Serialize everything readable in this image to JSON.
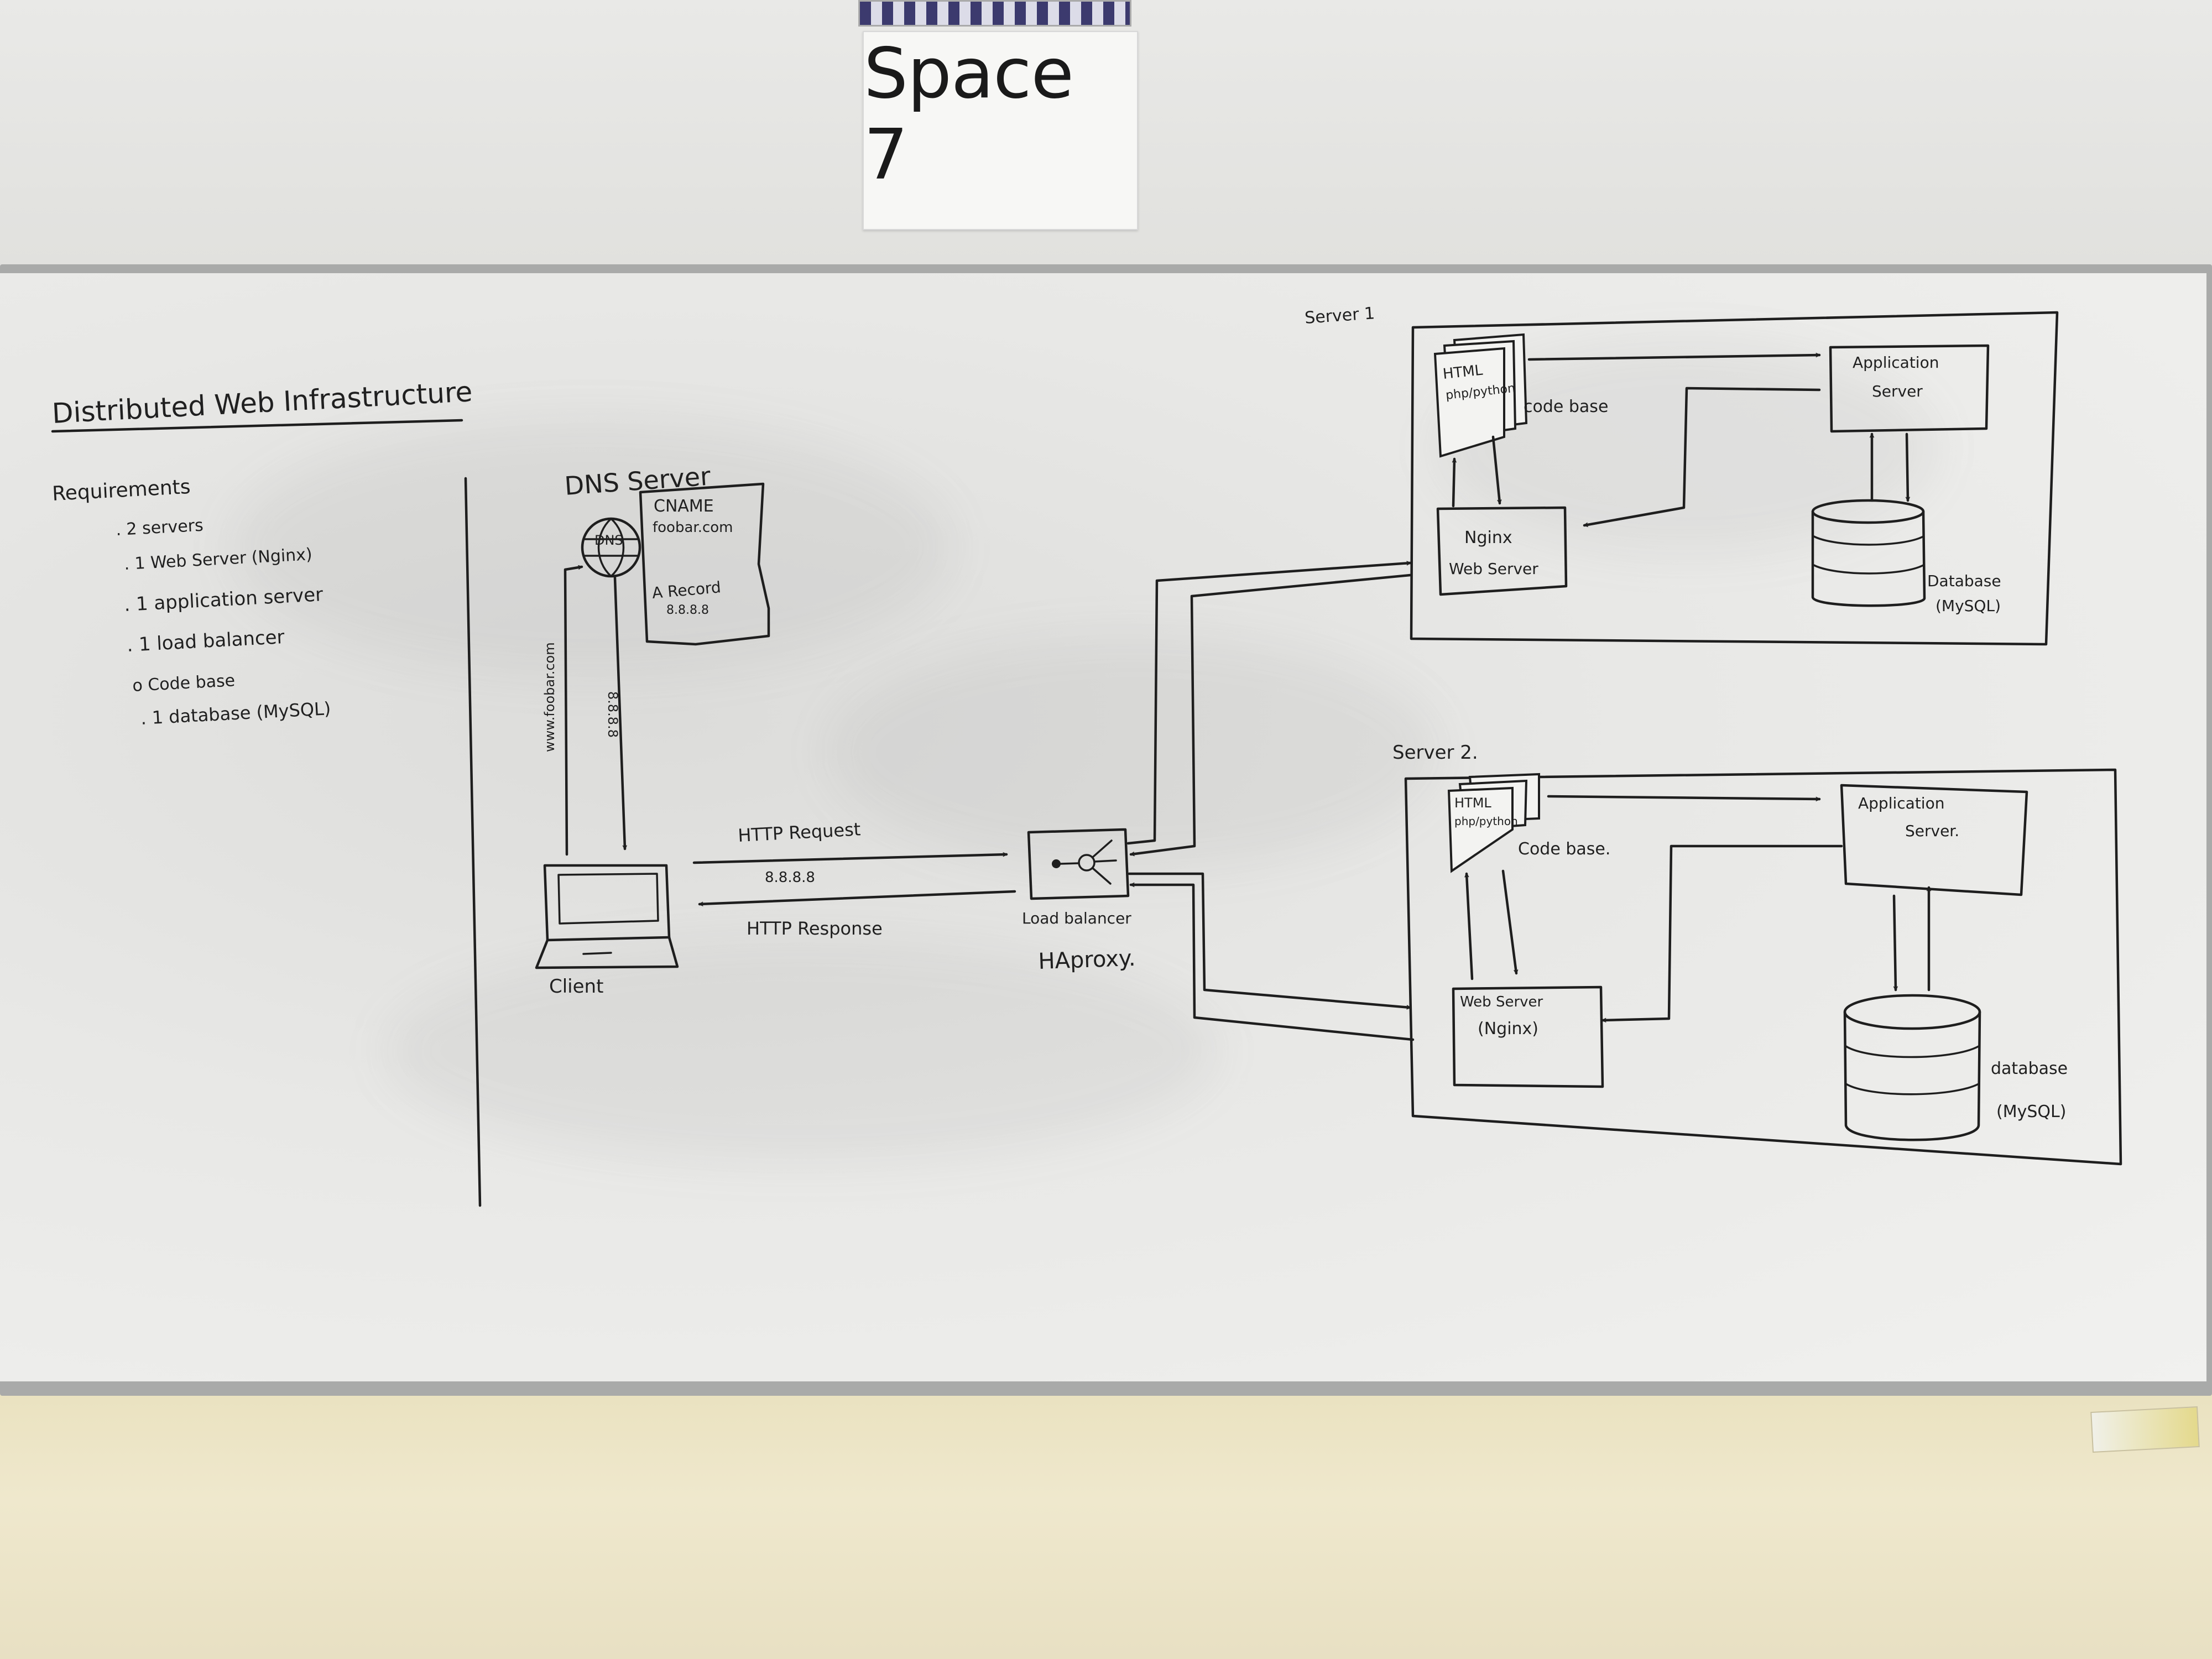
{
  "sign": {
    "text": "Space 7"
  },
  "title": "Distributed Web Infrastructure",
  "requirements": {
    "heading": "Requirements",
    "items": [
      ". 2 servers",
      ". 1 Web Server (Nginx)",
      ". 1 application server",
      ". 1 load balancer",
      "o Code base",
      ". 1 database (MySQL)"
    ]
  },
  "dns": {
    "heading": "DNS Server",
    "globe_label": "DNS",
    "cname_label": "CNAME",
    "cname_value": "foobar.com",
    "a_record_label": "A Record",
    "a_record_value": "8.8.8.8",
    "query_label": "www.foobar.com",
    "answer_label": "8.8.8.8"
  },
  "client": {
    "label": "Client"
  },
  "http": {
    "request_label": "HTTP Request",
    "request_ip": "8.8.8.8",
    "response_label": "HTTP Response"
  },
  "load_balancer": {
    "label": "Load balancer",
    "software": "HAproxy."
  },
  "server1": {
    "label": "Server 1",
    "code_line1": "HTML",
    "code_line2": "php/python",
    "code_base_label": "code base",
    "app_line1": "Application",
    "app_line2": "Server",
    "web_line1": "Nginx",
    "web_line2": "Web Server",
    "db_line1": "Database",
    "db_line2": "(MySQL)"
  },
  "server2": {
    "label": "Server 2.",
    "code_line1": "HTML",
    "code_line2": "php/python",
    "code_base_label": "Code base.",
    "app_line1": "Application",
    "app_line2": "Server.",
    "web_line1": "Web Server",
    "web_line2": "(Nginx)",
    "db_line1": "database",
    "db_line2": "(MySQL)"
  }
}
